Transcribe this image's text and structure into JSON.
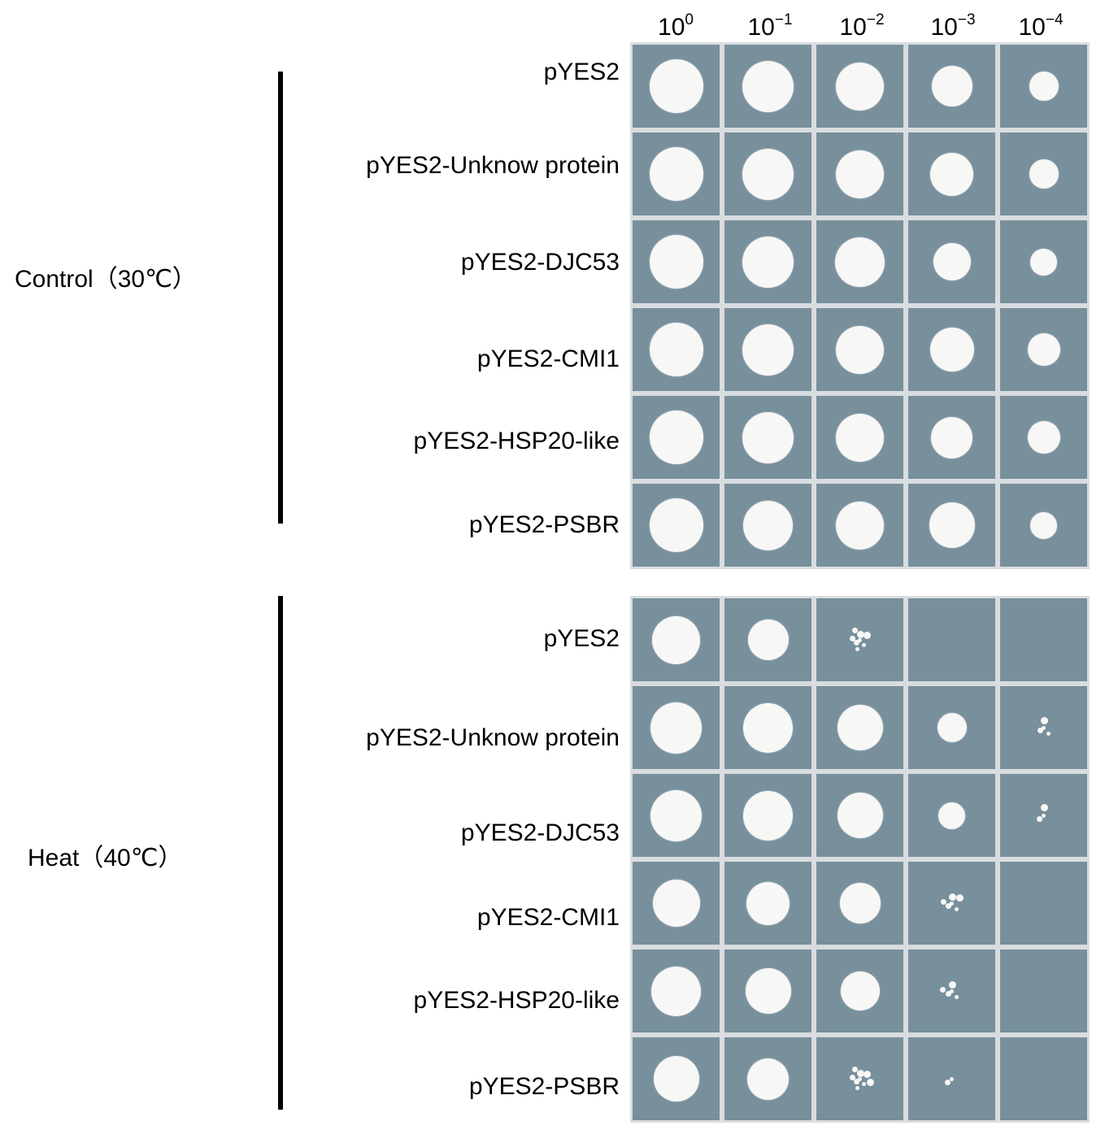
{
  "dilutions": [
    {
      "base": "10",
      "exp": "0"
    },
    {
      "base": "10",
      "exp": "−1"
    },
    {
      "base": "10",
      "exp": "−2"
    },
    {
      "base": "10",
      "exp": "−3"
    },
    {
      "base": "10",
      "exp": "−4"
    }
  ],
  "conditions": [
    {
      "label": "Control（30℃）",
      "strains": [
        "pYES2",
        "pYES2-Unknow protein",
        "pYES2-DJC53",
        "pYES2-CMI1",
        "pYES2-HSP20-like",
        "pYES2-PSBR"
      ],
      "growth": [
        [
          1.0,
          0.95,
          0.9,
          0.75,
          0.55
        ],
        [
          1.0,
          0.95,
          0.9,
          0.8,
          0.55
        ],
        [
          1.0,
          0.95,
          0.92,
          0.7,
          0.5
        ],
        [
          1.0,
          0.95,
          0.9,
          0.82,
          0.6
        ],
        [
          1.0,
          0.95,
          0.9,
          0.78,
          0.6
        ],
        [
          1.0,
          0.92,
          0.9,
          0.85,
          0.5
        ]
      ]
    },
    {
      "label": "Heat（40℃）",
      "strains": [
        "pYES2",
        "pYES2-Unknow protein",
        "pYES2-DJC53",
        "pYES2-CMI1",
        "pYES2-HSP20-like",
        "pYES2-PSBR"
      ],
      "growth": [
        [
          0.9,
          0.75,
          0.25,
          0,
          0
        ],
        [
          0.95,
          0.92,
          0.85,
          0.55,
          0.12
        ],
        [
          0.95,
          0.93,
          0.85,
          0.5,
          0.1
        ],
        [
          0.88,
          0.8,
          0.75,
          0.2,
          0
        ],
        [
          0.92,
          0.85,
          0.72,
          0.15,
          0
        ],
        [
          0.85,
          0.78,
          0.3,
          0.05,
          0
        ]
      ]
    }
  ],
  "colors": {
    "agar": "#788f9c",
    "grid": "#d9dde0",
    "colony": "#f7f7f6"
  }
}
